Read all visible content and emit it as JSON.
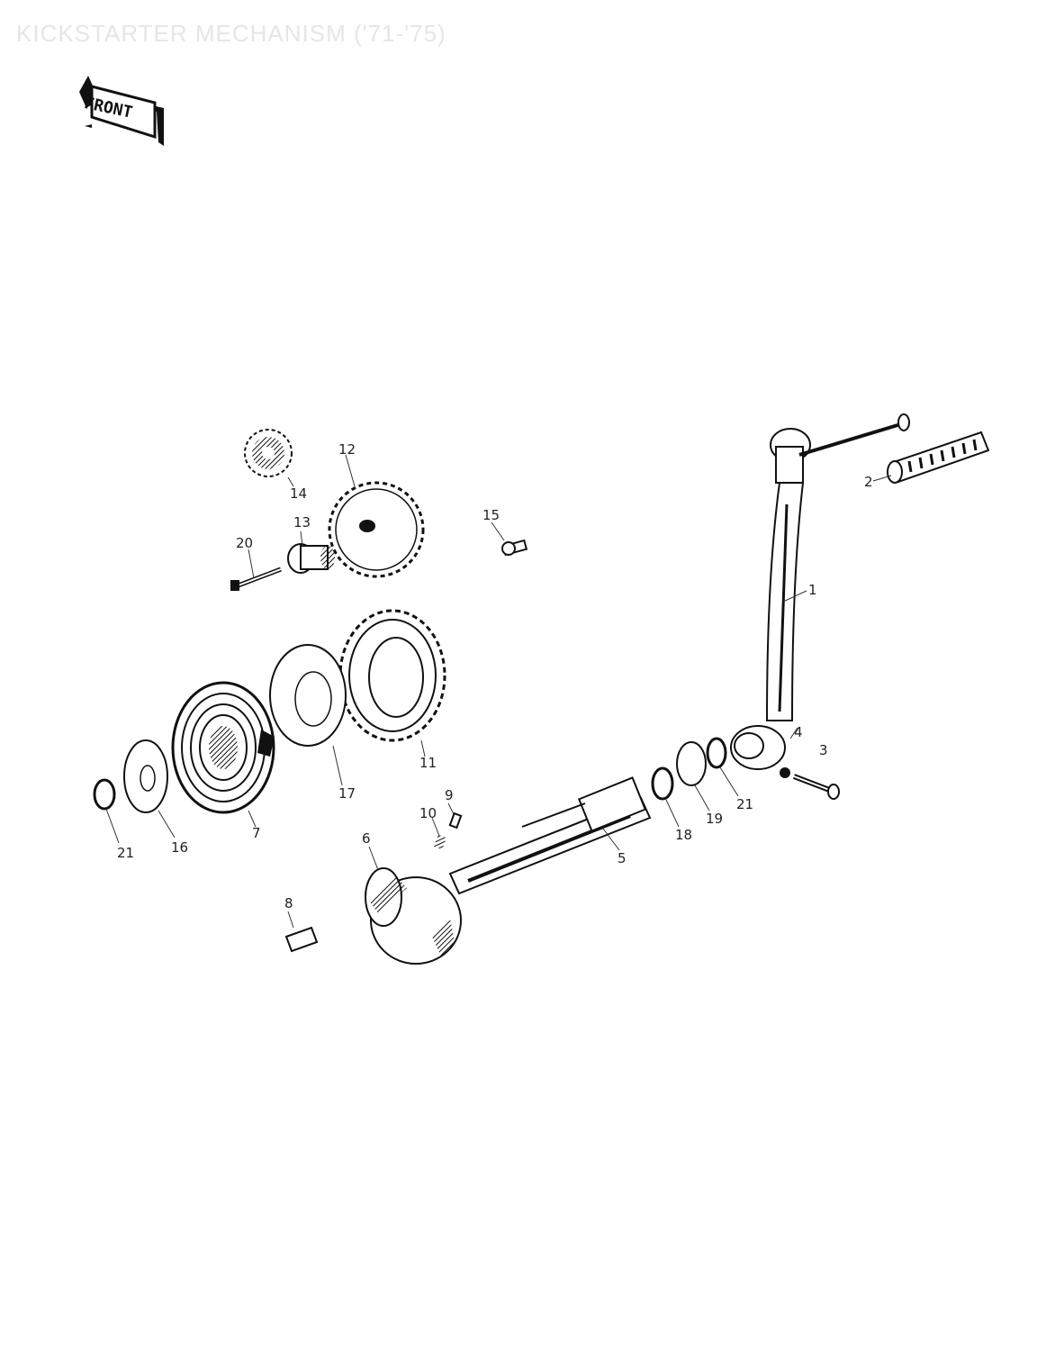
{
  "title": "KICKSTARTER MECHANISM ('71-'75)",
  "front_label": "FRONT",
  "callouts": [
    {
      "id": "c14",
      "text": "14"
    },
    {
      "id": "c12",
      "text": "12"
    },
    {
      "id": "c13",
      "text": "13"
    },
    {
      "id": "c20",
      "text": "20"
    },
    {
      "id": "c15",
      "text": "15"
    },
    {
      "id": "c2",
      "text": "2"
    },
    {
      "id": "c1",
      "text": "1"
    },
    {
      "id": "c11",
      "text": "11"
    },
    {
      "id": "c17",
      "text": "17"
    },
    {
      "id": "c7",
      "text": "7"
    },
    {
      "id": "c16",
      "text": "16"
    },
    {
      "id": "c21a",
      "text": "21"
    },
    {
      "id": "c10",
      "text": "10"
    },
    {
      "id": "c9",
      "text": "9"
    },
    {
      "id": "c6",
      "text": "6"
    },
    {
      "id": "c8",
      "text": "8"
    },
    {
      "id": "c5",
      "text": "5"
    },
    {
      "id": "c18",
      "text": "18"
    },
    {
      "id": "c19",
      "text": "19"
    },
    {
      "id": "c21b",
      "text": "21"
    },
    {
      "id": "c4",
      "text": "4"
    },
    {
      "id": "c3",
      "text": "3"
    }
  ]
}
